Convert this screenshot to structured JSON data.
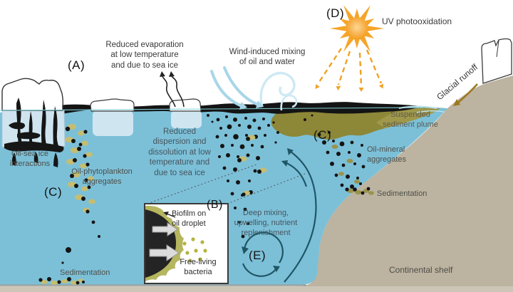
{
  "figure": {
    "type": "environmental-process-diagram",
    "topic": "Oil spill weathering and transport processes in an Arctic coastal ocean"
  },
  "colors": {
    "water": "#7cc0d8",
    "shelf": "#bcb3a0",
    "shelf_bottom_strip": "#cdc6b7",
    "oil": "#141414",
    "submerged_ice": "#d2e6f0",
    "sediment_plume": "#8d8738",
    "sun_orange": "#f5a01d",
    "wind_blue": "#a8d6e8",
    "dark_arrow_teal": "#1f5666",
    "biofilm_olive": "#b5b65e",
    "aggregate_olive": "#c4bd72",
    "runoff_arrow": "#9c7a1e"
  },
  "annotations": {
    "a": "(A)",
    "b": "(B)",
    "c_left": "(C)",
    "c_mid": "(C)",
    "d": "(D)",
    "e": "(E)"
  },
  "labels": {
    "reduced_evaporation": [
      "Reduced evaporation",
      "at low temperature",
      "and due to sea ice"
    ],
    "wind_mixing": [
      "Wind-induced mixing",
      "of oil and water"
    ],
    "uv_photooxidation": "UV photooxidation",
    "glacial_runoff": "Glacial runoff",
    "suspended_sediment_plume": [
      "Suspended",
      "sediment plume"
    ],
    "oil_sea_ice": [
      "Oil-sea ice",
      "interactions"
    ],
    "oil_phytoplankton": [
      "Oil-phytoplankton",
      "aggregates"
    ],
    "reduced_dispersion": [
      "Reduced",
      "dispersion and",
      "dissolution at low",
      "temperature and",
      "due to sea ice"
    ],
    "oil_mineral": [
      "Oil-mineral",
      "aggregates"
    ],
    "sedimentation_left": "Sedimentation",
    "sedimentation_right": "Sedimentation",
    "biofilm_on_oil_droplet": [
      "Biofilm on",
      "oil droplet"
    ],
    "free_living_bacteria": [
      "Free-living",
      "bacteria"
    ],
    "deep_mixing": [
      "Deep mixing,",
      "upwelling, nutrient",
      "replenishment"
    ],
    "continental_shelf": "Continental shelf"
  }
}
